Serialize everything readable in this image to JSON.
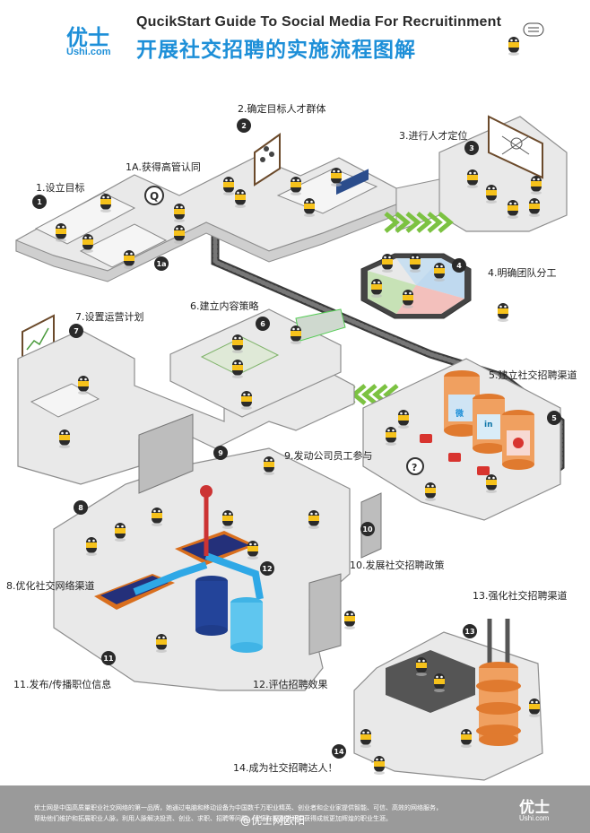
{
  "header": {
    "logo_cn": "优士",
    "logo_url": "Ushi.com",
    "title_en": "QucikStart Guide To Social Media For Recruitinment",
    "title_zh": "开展社交招聘的实施流程图解"
  },
  "steps": [
    {
      "num": "1",
      "label": "1.设立目标"
    },
    {
      "num": "1a",
      "label": "1A.获得高管认同"
    },
    {
      "num": "2",
      "label": "2.确定目标人才群体"
    },
    {
      "num": "3",
      "label": "3.进行人才定位"
    },
    {
      "num": "4",
      "label": "4.明确团队分工"
    },
    {
      "num": "5",
      "label": "5.建立社交招聘渠道"
    },
    {
      "num": "6",
      "label": "6.建立内容策略"
    },
    {
      "num": "7",
      "label": "7.设置运营计划"
    },
    {
      "num": "8",
      "label": "8.优化社交网络渠道"
    },
    {
      "num": "9",
      "label": "9.发动公司员工参与"
    },
    {
      "num": "10",
      "label": "10.发展社交招聘政策"
    },
    {
      "num": "11",
      "label": "11.发布/传播职位信息"
    },
    {
      "num": "12",
      "label": "12.评估招聘效果"
    },
    {
      "num": "13",
      "label": "13.强化社交招聘渠道"
    },
    {
      "num": "14",
      "label": "14.成为社交招聘达人！"
    }
  ],
  "props": {
    "q_bubble": "Q",
    "question_bubble": "?",
    "channel_weibo": "微",
    "channel_linkedin": "in"
  },
  "footer": {
    "line1": "优士网是中国高质量职业社交网络的第一品牌，她通过电脑和移动设备为中国数千万职业精英、创业者和企业家提供智能、可信、高效的网络服务，",
    "line2": "帮助他们维护和拓展职业人脉，利用人脉解决投资、创业、求职、招聘等问题，让您在职业生涯中获得成就更加辉煌的职业生涯。",
    "logo_cn": "优士",
    "logo_url": "Ushi.com",
    "watermark": "@优士网欧阳"
  },
  "colors": {
    "brand_blue": "#1d8fd8",
    "floor": "#e9e9e9",
    "floor_edge": "#8d8d8d",
    "mascot_yellow": "#f6c21b",
    "arrow_green": "#7cc242",
    "tower_orange": "#e07a2f",
    "footer_gray": "#9a9a9a"
  }
}
